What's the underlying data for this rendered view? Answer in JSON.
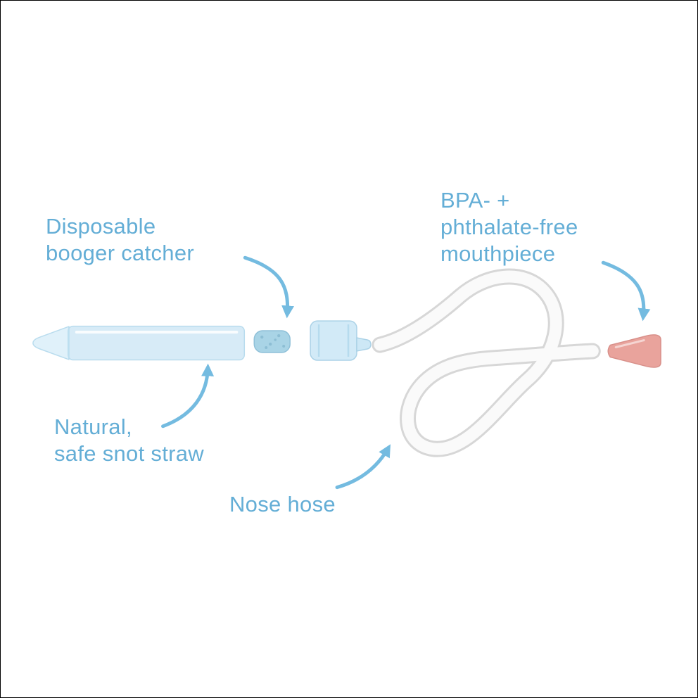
{
  "labels": {
    "booger_catcher": {
      "lines": [
        "Disposable",
        "booger catcher"
      ]
    },
    "mouthpiece": {
      "lines": [
        "BPA- +",
        "phthalate-free",
        "mouthpiece"
      ]
    },
    "snot_straw": {
      "lines": [
        "Natural,",
        "safe snot straw"
      ]
    },
    "nose_hose": {
      "lines": [
        "Nose hose"
      ]
    }
  },
  "colors": {
    "background": "#ffffff",
    "label_text": "#64aed6",
    "arrow": "#74bbe0",
    "straw_fill": "#d7ebf7",
    "straw_stroke": "#b9dcee",
    "foam_fill": "#a9d4e6",
    "cap_fill": "#d2eaf7",
    "hose_fill": "#fafafa",
    "hose_outline": "#d7d7d7",
    "mouthpiece_fill": "#e9a39c",
    "mouthpiece_stroke": "#d8908a"
  }
}
